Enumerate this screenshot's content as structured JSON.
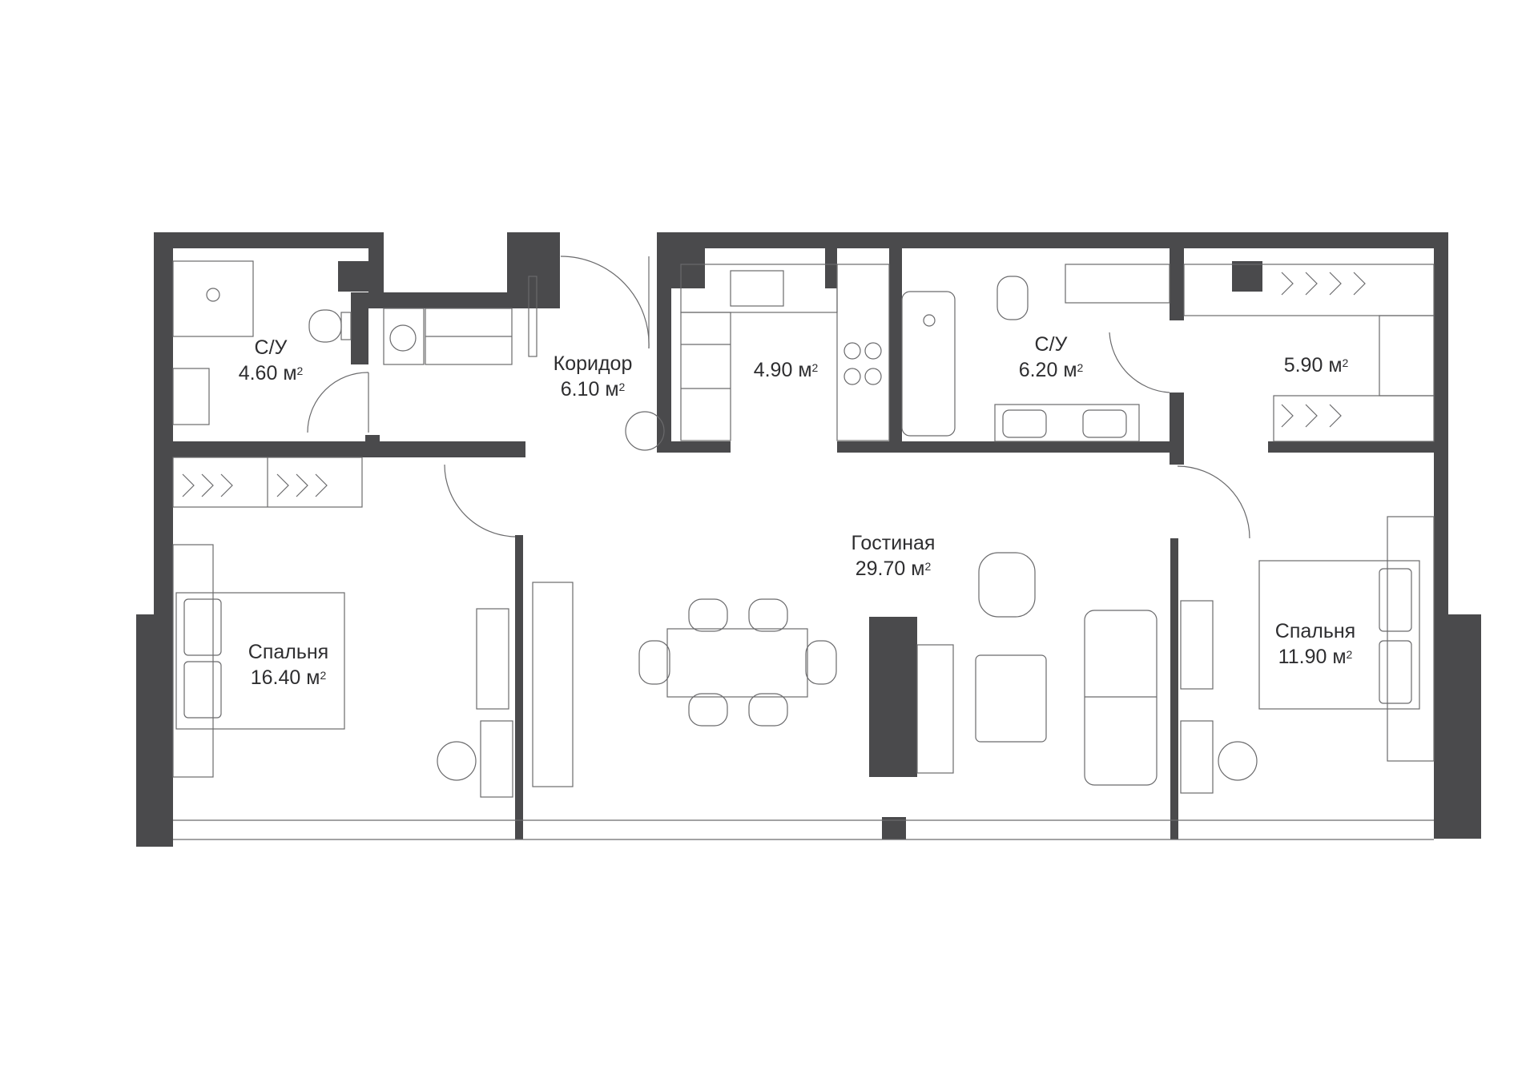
{
  "rooms": [
    {
      "id": "bath1",
      "name": "С/У",
      "area": "4.60",
      "unit": "м",
      "exp": "2"
    },
    {
      "id": "corridor",
      "name": "Коридор",
      "area": "6.10",
      "unit": "м",
      "exp": "2"
    },
    {
      "id": "kitchen",
      "name": "",
      "area": "4.90",
      "unit": "м",
      "exp": "2"
    },
    {
      "id": "bath2",
      "name": "С/У",
      "area": "6.20",
      "unit": "м",
      "exp": "2"
    },
    {
      "id": "wardrobe",
      "name": "",
      "area": "5.90",
      "unit": "м",
      "exp": "2"
    },
    {
      "id": "living",
      "name": "Гостиная",
      "area": "29.70",
      "unit": "м",
      "exp": "2"
    },
    {
      "id": "bedroom1",
      "name": "Спальня",
      "area": "16.40",
      "unit": "м",
      "exp": "2"
    },
    {
      "id": "bedroom2",
      "name": "Спальня",
      "area": "11.90",
      "unit": "м",
      "exp": "2"
    }
  ],
  "colors": {
    "wall": "#4a4a4c",
    "line": "#6a6a6c",
    "text": "#2e2e30",
    "background": "#ffffff"
  }
}
